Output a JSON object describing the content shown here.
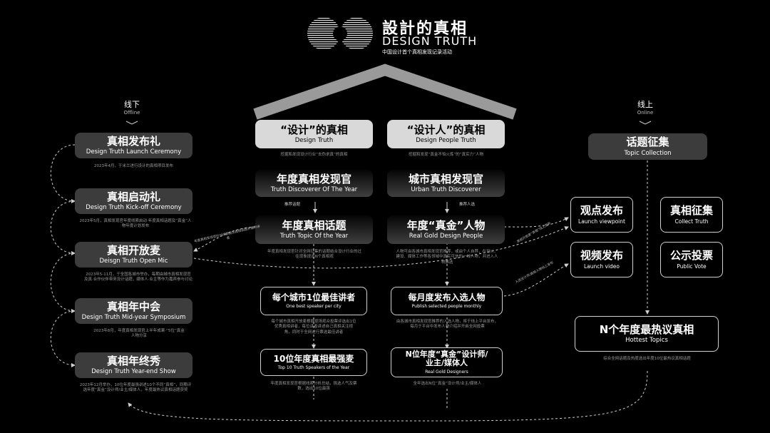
{
  "header": {
    "title_zh": "設計的真相",
    "title_en": "DESIGN TRUTH",
    "subtitle": "中国设计首个真相发现记录活动"
  },
  "offline": {
    "label": "线下",
    "label_en": "Offline",
    "events": [
      {
        "zh": "真相发布礼",
        "en": "Design Truth Launch Ceremony",
        "note": "2023年4月，于米兰进行设计的真相项目发布"
      },
      {
        "zh": "真相启动礼",
        "en": "Design Truth Kick-off Ceremony",
        "note": "2023年5月，真相发现官年度线索启动·年度真相话题及“真金”人物年度计划发布"
      },
      {
        "zh": "真相开放麦",
        "en": "Deisgn Truth Open Mic",
        "note": "2023年5-11月，于全国各城市举办，每期由城市真相发现官及真·合作伙伴带来设计话题，媒体人·业主等作为嘉宾参与讨论"
      },
      {
        "zh": "真相年中会",
        "en": "Design Truth Mid-year Symposium",
        "note": "2023年8月，年度真相发现官上半年成果·“5位”真金人物分享"
      },
      {
        "zh": "真相年终秀",
        "en": "Design Truth Year-end Show",
        "note": "2023年12月举办，10位年度最强讲述10个不同“真相”，同期评选年度“真金”设计师/业主/媒体人，年度最热议真相话题获奖"
      }
    ]
  },
  "center": {
    "left_column": {
      "heading": "“设计”的真相",
      "heading_en": "Design Truth",
      "heading_note": "挖掘和发现设计行业“去伪求真”的真相",
      "role": "年度真相发现官",
      "role_en": "Truth Discoverer Of The Year",
      "arrow_label": "推荐话题",
      "topic": "年度真相话题",
      "topic_en": "Truth Topic Of the Year",
      "topic_note": "年度真相发现官针对全网征集的话题结合设计行业的过往现象提出N个真相观",
      "monthly": "每个城市1位最佳讲者",
      "monthly_en": "One best speaker per city",
      "monthly_note": "每个城市真相开放麦根据现场观众投票评选出1位优秀真相讲者，每位讲者讲述自己真相关注视角，同时于全网进行票选最佳讲者",
      "final": "10位年度真相最强麦",
      "final_en": "Top 10 Truth Speakers of the Year",
      "final_note": "年度真相发现官根据线索分析总结，挑选人气及票数，选出10位最强"
    },
    "right_column": {
      "heading": "“设计人”的真相",
      "heading_en": "Design People Truth",
      "heading_note": "挖掘和发现“真金不怕火炼”的“真实力”人物",
      "role": "城市真相发现官",
      "role_en": "Urban Truth Discoverer",
      "arrow_label": "推荐人选",
      "topic": "年度“真金”人物",
      "topic_en": "Real Gold Design People",
      "topic_note": "人物可由各城市真相发现官推荐，或由个人自荐，在设计、建设、媒体工作等各领域中真实可信的一线人物，并进入人物推选",
      "monthly": "每月度发布入选人物",
      "monthly_en": "Publish selected people monthly",
      "monthly_note": "由各城市真相发现官推荐的入选人物，将于线上平台发布，每月于平台中发布人物介绍并开启全网投票",
      "final": "N位年度“真金”设计师/业主/媒体人",
      "final_en": "Real Gold Designers",
      "final_note": "全年选出N位“真金”设计师/业主/媒体人"
    }
  },
  "online": {
    "label": "线上",
    "label_en": "Online",
    "collection": {
      "zh": "话题征集",
      "en": "Topic Collection"
    },
    "cards": [
      {
        "zh": "观点发布",
        "en": "Launch viewpoint"
      },
      {
        "zh": "真相征集",
        "en": "Collect Truth"
      },
      {
        "zh": "视频发布",
        "en": "Launch video"
      },
      {
        "zh": "公示投票",
        "en": "Public Vote"
      }
    ],
    "hottest": {
      "zh": "N个年度最热议真相",
      "en": "Hottest Topics",
      "note": "综合全网话题及热度选出年度10位最热议真相话题"
    }
  },
  "connector_notes": {
    "to_open_mic": "年度真相发现官针对线索提出真相话题并邀约讲者",
    "to_viewpoint": "真相开放麦“真相”线上发布",
    "to_vote": "入选设计师/真相人物线上发布"
  },
  "colors": {
    "background": "#000000",
    "box_gray": "#3c3c3c",
    "box_light": "#d9d9d9",
    "line": "#cfcfcf"
  }
}
